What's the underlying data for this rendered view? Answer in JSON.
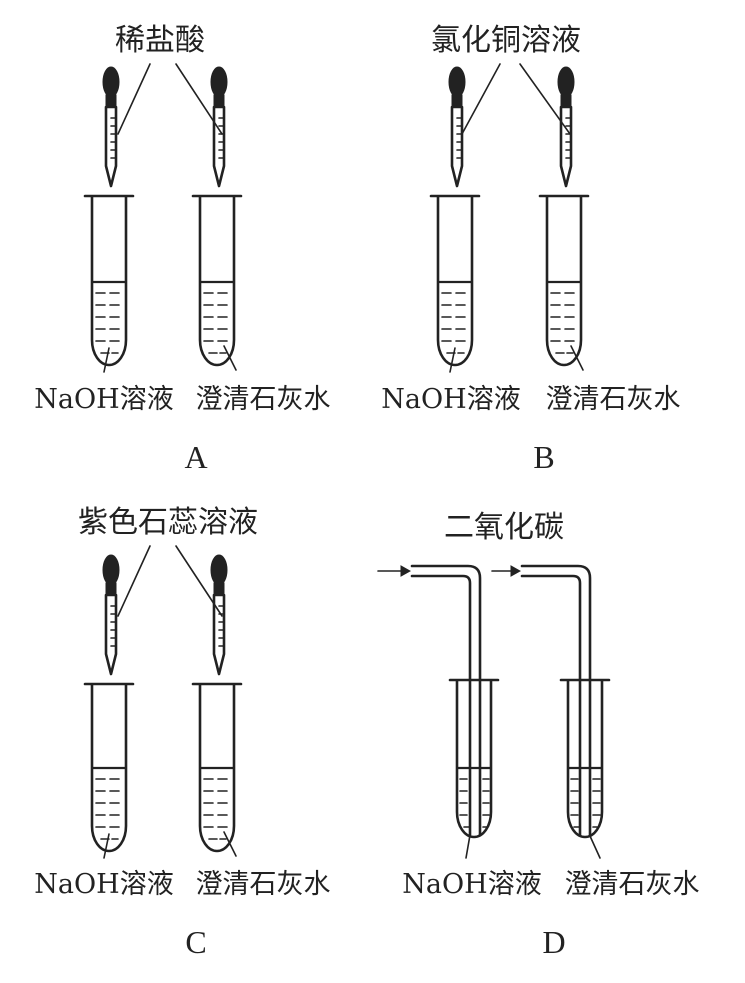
{
  "panels": [
    {
      "letter": "A",
      "reagent": "稀盐酸",
      "left_tube": "NaOH溶液",
      "right_tube": "澄清石灰水",
      "delivery": "dropper"
    },
    {
      "letter": "B",
      "reagent": "氯化铜溶液",
      "left_tube": "NaOH溶液",
      "right_tube": "澄清石灰水",
      "delivery": "dropper"
    },
    {
      "letter": "C",
      "reagent": "紫色石蕊溶液",
      "left_tube": "NaOH溶液",
      "right_tube": "澄清石灰水",
      "delivery": "dropper"
    },
    {
      "letter": "D",
      "reagent": "二氧化碳",
      "left_tube": "NaOH溶液",
      "right_tube": "澄清石灰水",
      "delivery": "gas-tube"
    }
  ],
  "icons": {
    "dropper": "dropper-icon",
    "gas_tube": "gas-delivery-tube-icon",
    "test_tube": "test-tube-icon",
    "arrow": "arrow-right-icon"
  }
}
